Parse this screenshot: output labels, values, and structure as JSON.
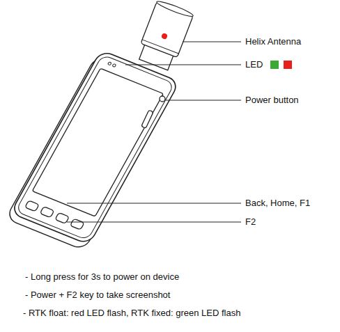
{
  "diagram": {
    "labels": [
      "Helix Antenna",
      "LED",
      "Power button",
      "Back, Home, F1",
      "F2",
      "- Long press for 3s to power on device",
      "- Power + F2 key to take screenshot",
      "- RTK float: red LED flash, RTK fixed: green LED flash"
    ]
  }
}
